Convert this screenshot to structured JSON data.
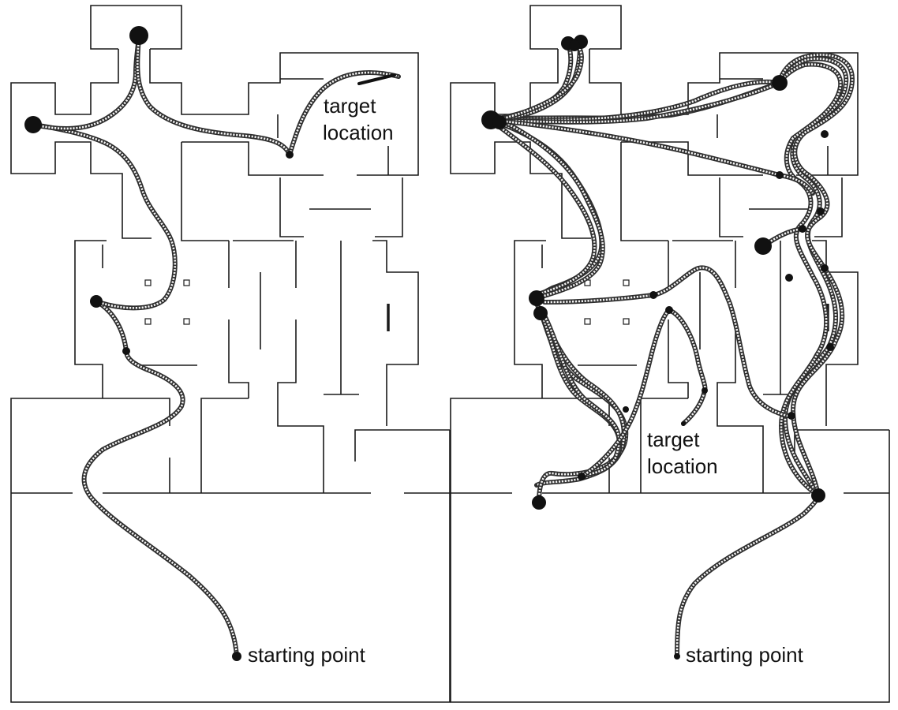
{
  "panels": [
    {
      "target_label": [
        "target",
        "location"
      ],
      "start_label": "starting point"
    },
    {
      "target_label": [
        "target",
        "location"
      ],
      "start_label": "starting point"
    }
  ],
  "colors": {
    "background": "#ffffff",
    "wall": "#1a1a1a",
    "trajectory": "#2e2e2e",
    "bead_fill": "#f4f4f4",
    "pause_point": "#111111",
    "label": "#111111"
  }
}
